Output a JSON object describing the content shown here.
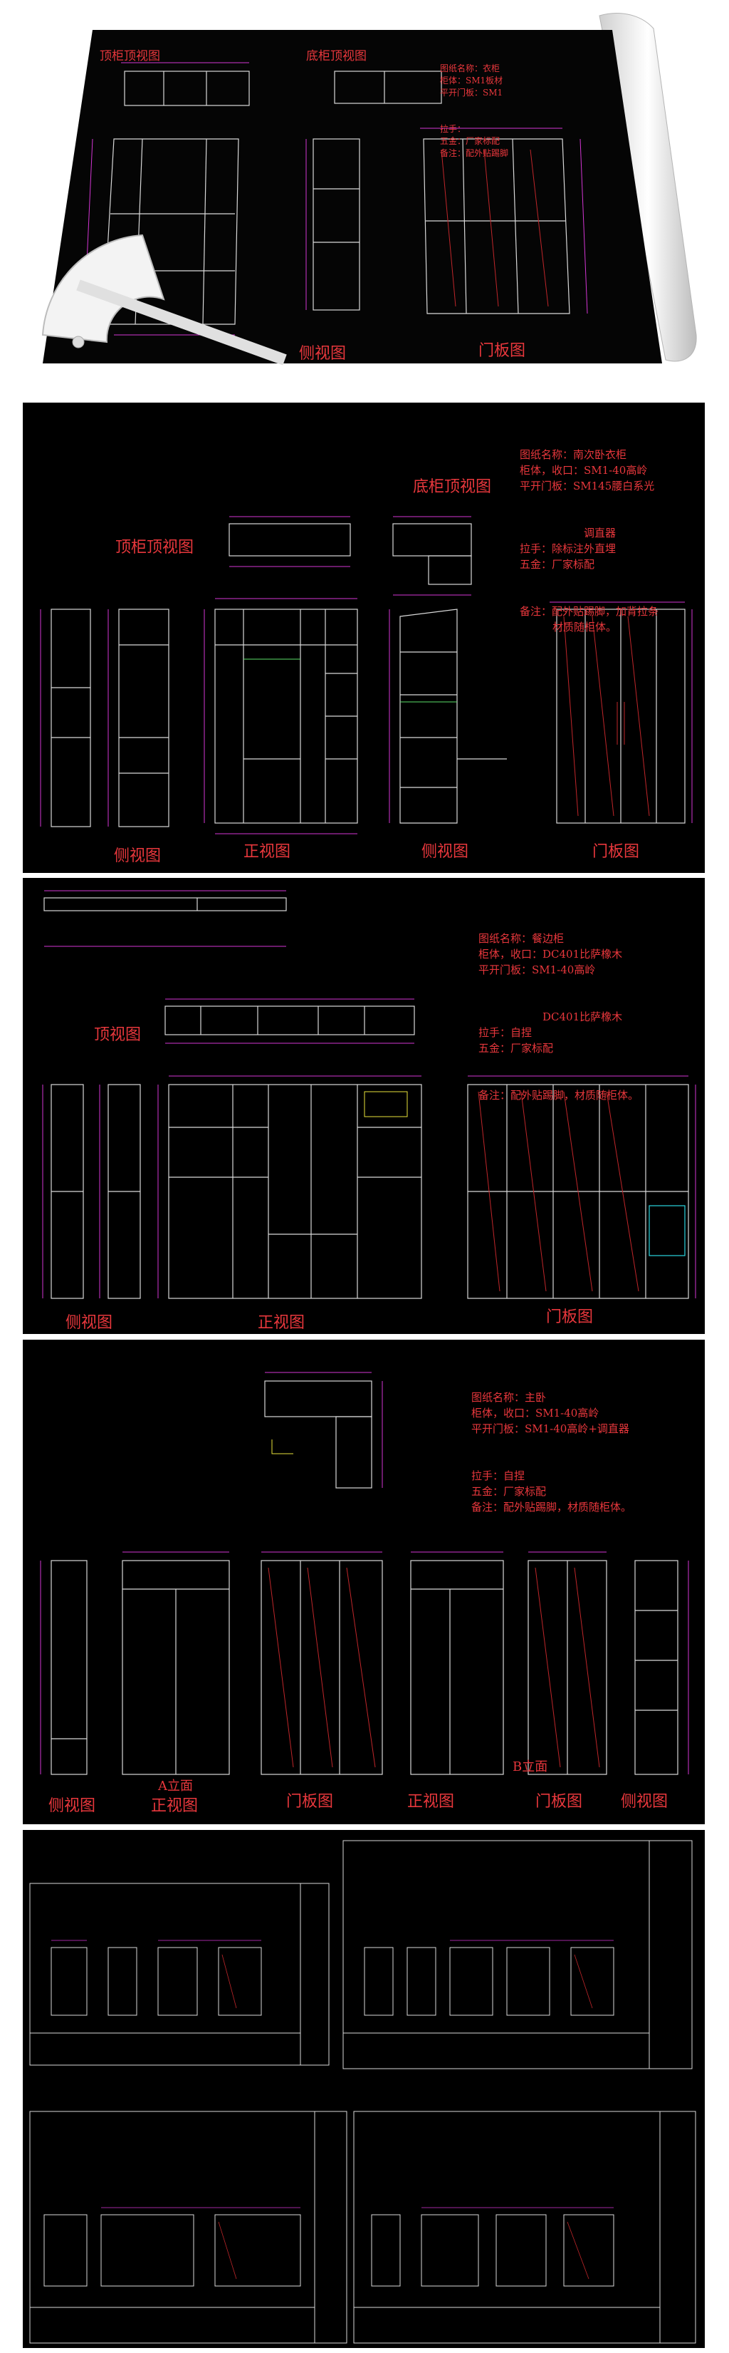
{
  "colors": {
    "background": "#000000",
    "label_red": "#e8373c",
    "line_white": "#d9d9d9",
    "dim_magenta": "#d436d4",
    "hatch_red": "#c0262a",
    "cyan": "#2ad6e0",
    "green": "#5ce06a",
    "yellow": "#e8e23a"
  },
  "hero": {
    "top_view_left": "顶柜顶视图",
    "top_view_right": "底柜顶视图",
    "side_view": "侧视图",
    "door_view": "门板图",
    "spec_lines": [
      "图纸名称：衣柜",
      "柜体：SM1板材",
      "平开门板：SM1",
      "拉手：",
      "五金：厂家标配",
      "备注：配外贴踢脚"
    ]
  },
  "panel1": {
    "spec_lines": [
      "图纸名称：南次卧衣柜",
      "柜体，收口：SM1-40高岭",
      "平开门板：SM145腰白系光",
      "调直器",
      "拉手：除标注外直埋",
      "五金：厂家标配",
      "备注：配外贴踢脚，加背拉条",
      "材质随柜体。"
    ],
    "top_view_bottom": "底柜顶视图",
    "top_view_top": "顶柜顶视图",
    "captions": [
      "侧视图",
      "正视图",
      "侧视图",
      "门板图"
    ]
  },
  "panel2": {
    "spec_lines": [
      "图纸名称：餐边柜",
      "柜体，收口：DC401比萨橡木",
      "平开门板：SM1-40高岭",
      "DC401比萨橡木",
      "拉手：自捏",
      "五金：厂家标配",
      "备注：配外贴踢脚，材质随柜体。"
    ],
    "top_view": "顶视图",
    "captions": [
      "侧视图",
      "正视图",
      "门板图"
    ]
  },
  "panel3": {
    "spec_lines": [
      "图纸名称：主卧",
      "柜体，收口：SM1-40高岭",
      "平开门板：SM1-40高岭+调直器",
      "拉手：自捏",
      "五金：厂家标配",
      "备注：配外贴踢脚，材质随柜体。"
    ],
    "elev_a": "A立面",
    "elev_b": "B立面",
    "captions": [
      "侧视图",
      "正视图",
      "门板图",
      "正视图",
      "门板图",
      "侧视图"
    ]
  }
}
